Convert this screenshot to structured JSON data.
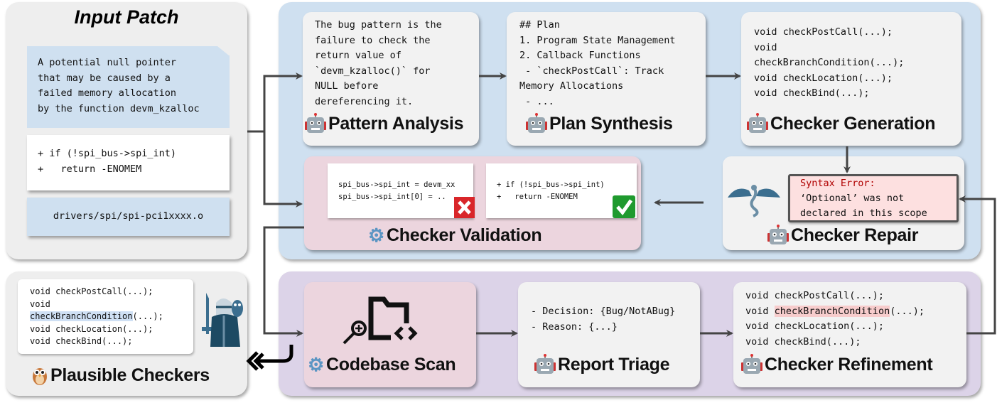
{
  "input_patch": {
    "title": "Input Patch",
    "description": [
      "A potential null pointer",
      "that may be caused by a",
      "failed memory allocation",
      "by the function devm_kzalloc"
    ],
    "code": [
      "+ if (!spi_bus->spi_int)",
      "+   return -ENOMEM"
    ],
    "file": "drivers/spi/spi-pci1xxxx.o"
  },
  "pattern_analysis": {
    "title": "Pattern Analysis",
    "icon": "robot-icon",
    "text": [
      "The bug pattern is the",
      "failure to check the",
      "return value of",
      "`devm_kzalloc()` for",
      "NULL before",
      "dereferencing it."
    ]
  },
  "plan_synthesis": {
    "title": "Plan Synthesis",
    "icon": "robot-icon",
    "text": [
      "## Plan",
      "1. Program State Management",
      "2. Callback Functions",
      " - `checkPostCall`: Track",
      "Memory Allocations",
      " - ..."
    ]
  },
  "checker_generation": {
    "title": "Checker Generation",
    "icon": "robot-icon",
    "text": [
      "void checkPostCall(...);",
      "void",
      "checkBranchCondition(...);",
      "void checkLocation(...);",
      "void checkBind(...);"
    ]
  },
  "checker_validation": {
    "title": "Checker Validation",
    "icon": "gear-icon",
    "fail_code": [
      "spi_bus->spi_int = devm_xx",
      "spi_bus->spi_int[0] = .."
    ],
    "pass_code": [
      "+ if (!spi_bus->spi_int)",
      "+   return -ENOMEM"
    ],
    "fail_icon": "red-cross-icon",
    "pass_icon": "green-check-icon"
  },
  "checker_repair": {
    "title": "Checker Repair",
    "icon": "robot-icon",
    "logo": "llvm-dragon-logo",
    "error_title": "Syntax Error:",
    "error_lines": [
      "‘Optional’ was not",
      "declared in this scope"
    ]
  },
  "plausible_checkers": {
    "title": "Plausible Checkers",
    "icon": "owl-icon",
    "code": [
      "void checkPostCall(...);",
      "void"
    ],
    "highlight": "checkBranchCondition",
    "highlight_suffix": "(...);",
    "code_after": [
      "void checkLocation(...);",
      "void checkBind(...);"
    ]
  },
  "codebase_scan": {
    "title": "Codebase Scan",
    "icon": "gear-icon",
    "graphic": "folder-code-search-icon"
  },
  "report_triage": {
    "title": "Report Triage",
    "icon": "robot-icon",
    "text": [
      "- Decision: {Bug/NotABug}",
      "- Reason: {...}"
    ]
  },
  "checker_refinement": {
    "title": "Checker Refinement",
    "icon": "robot-icon",
    "line1": "void checkPostCall(...);",
    "line2_prefix": "void ",
    "line2_highlight": "checkBranchCondition",
    "line2_suffix": "(...);",
    "line3": "void checkLocation(...);",
    "line4": "void checkBind(...);"
  },
  "colors": {
    "top_panel": "#cfe0f0",
    "bottom_panel": "#dcd3e8",
    "pink_box": "#ecd5de",
    "gray_box": "#f2f2f2",
    "error_bg": "#fde0e0",
    "error_text": "#b00000"
  }
}
